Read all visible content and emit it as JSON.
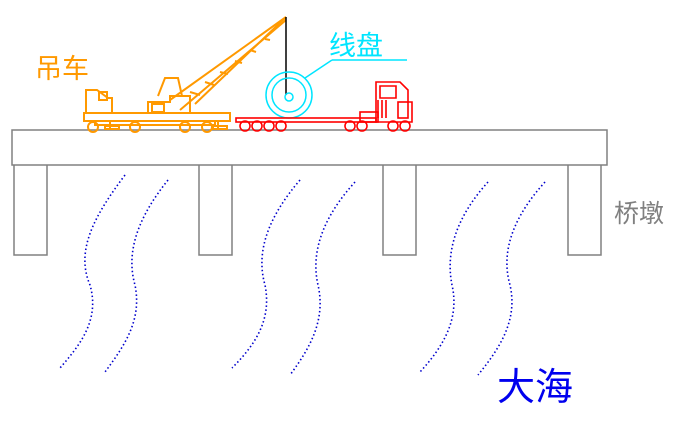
{
  "labels": {
    "crane": "吊车",
    "cable_reel": "线盘",
    "pier": "桥墩",
    "sea": "大海"
  },
  "colors": {
    "crane": "#ff9900",
    "reel": "#00e5ff",
    "truck": "#ff0000",
    "bridge": "#808080",
    "waves": "#0000cc",
    "pier_label": "#808080",
    "sea_label": "#0000ee"
  }
}
